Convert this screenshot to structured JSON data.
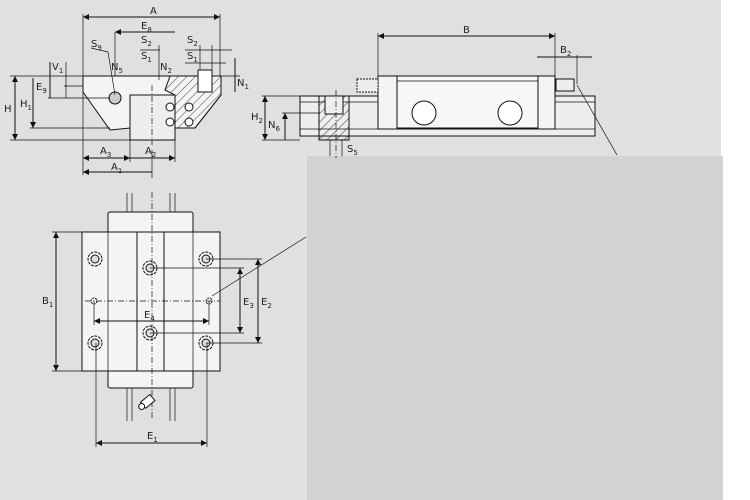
{
  "colors": {
    "background": "#e0e0e0",
    "panel": "#d1d2d4",
    "line": "#111111"
  },
  "front_view": {
    "labels": {
      "A": {
        "main": "A",
        "sub": ""
      },
      "E8": {
        "main": "E",
        "sub": "8"
      },
      "S9": {
        "main": "S",
        "sub": "9"
      },
      "S2_left": {
        "main": "S",
        "sub": "2"
      },
      "S1_left": {
        "main": "S",
        "sub": "1"
      },
      "N5": {
        "main": "N",
        "sub": "5"
      },
      "N2": {
        "main": "N",
        "sub": "2"
      },
      "S2_right": {
        "main": "S",
        "sub": "2"
      },
      "S1_right": {
        "main": "S",
        "sub": "1"
      },
      "V1": {
        "main": "V",
        "sub": "1"
      },
      "E9": {
        "main": "E",
        "sub": "9"
      },
      "N1": {
        "main": "N",
        "sub": "1"
      },
      "H": {
        "main": "H",
        "sub": ""
      },
      "H1": {
        "main": "H",
        "sub": "1"
      },
      "A3": {
        "main": "A",
        "sub": "3"
      },
      "A2": {
        "main": "A",
        "sub": "2"
      },
      "A1": {
        "main": "A",
        "sub": "1"
      }
    }
  },
  "side_view": {
    "labels": {
      "B": {
        "main": "B",
        "sub": ""
      },
      "B2": {
        "main": "B",
        "sub": "2"
      },
      "H2": {
        "main": "H",
        "sub": "2"
      },
      "N6": {
        "main": "N",
        "sub": "6"
      },
      "S5": {
        "main": "S",
        "sub": "5"
      }
    }
  },
  "top_view": {
    "labels": {
      "B1": {
        "main": "B",
        "sub": "1"
      },
      "E3": {
        "main": "E",
        "sub": "3"
      },
      "E2": {
        "main": "E",
        "sub": "2"
      },
      "E4": {
        "main": "E",
        "sub": "4"
      },
      "E1": {
        "main": "E",
        "sub": "1"
      }
    }
  }
}
